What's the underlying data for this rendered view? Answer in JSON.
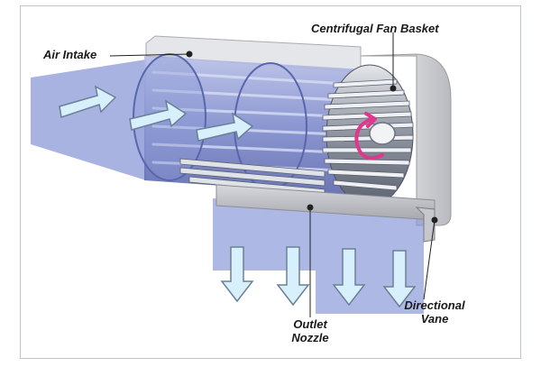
{
  "labels": {
    "air_intake": "Air Intake",
    "fan_basket": "Centrifugal Fan Basket",
    "outlet_line1": "Outlet",
    "outlet_line2": "Nozzle",
    "vane_line1": "Directional",
    "vane_line2": "Vane"
  },
  "colors": {
    "airflow": "#8c9ad8",
    "housing": "#c8c8cc",
    "blade": "#9aa0ab",
    "arrow_fill": "#d8f0fb",
    "arrow_stroke": "#6a8096",
    "rotation": "#e0378c"
  },
  "icons": {
    "rotation": "rotation-arrow-icon",
    "flow": "flow-arrow-icon"
  }
}
